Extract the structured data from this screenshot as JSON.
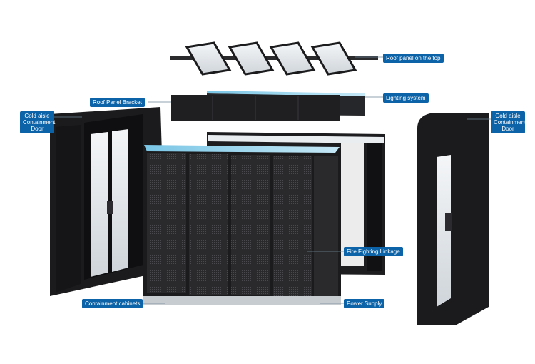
{
  "labels": {
    "roof_panel_top": "Roof panel on the top",
    "roof_panel_bracket": "Roof Panel Bracket",
    "lighting_system": "Lighting system",
    "cold_aisle_left": [
      "Cold aisle",
      "Containment",
      "Door"
    ],
    "cold_aisle_right": [
      "Cold aisle",
      "Containment",
      "Door"
    ],
    "fire_fighting": "Fire Fighting Linkage",
    "containment_cabinets": "Containment cabinets",
    "power_supply": "Power Supply"
  },
  "colors": {
    "callout_bg": "#0d63a8",
    "callout_text": "#ffffff",
    "frame_dark": "#1b1b1d",
    "glass": "#dfe3e7",
    "cool_light": "#8fd0ee"
  }
}
